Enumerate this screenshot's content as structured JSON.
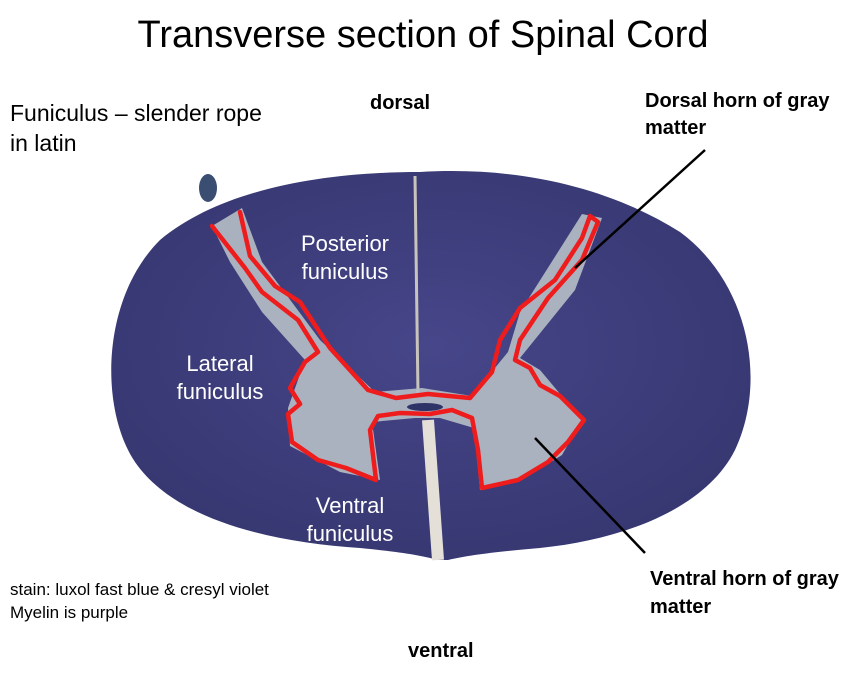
{
  "title": "Transverse section of Spinal Cord",
  "note_funiculus": "Funiculus – slender rope in latin",
  "orientation": {
    "dorsal": "dorsal",
    "ventral": "ventral"
  },
  "callouts": {
    "dorsal_horn": "Dorsal horn of gray matter",
    "ventral_horn": "Ventral horn of gray matter"
  },
  "funiculi": {
    "posterior": "Posterior funiculus",
    "lateral": "Lateral funiculus",
    "ventral": "Ventral funiculus"
  },
  "stain_note": {
    "line1": "stain: luxol fast blue & cresyl violet",
    "line2": "Myelin is purple"
  },
  "colors": {
    "white_matter": "#3f3f7c",
    "gray_matter": "#b4bcc4",
    "outline": "#ee1c1c",
    "pointer": "#000000"
  }
}
